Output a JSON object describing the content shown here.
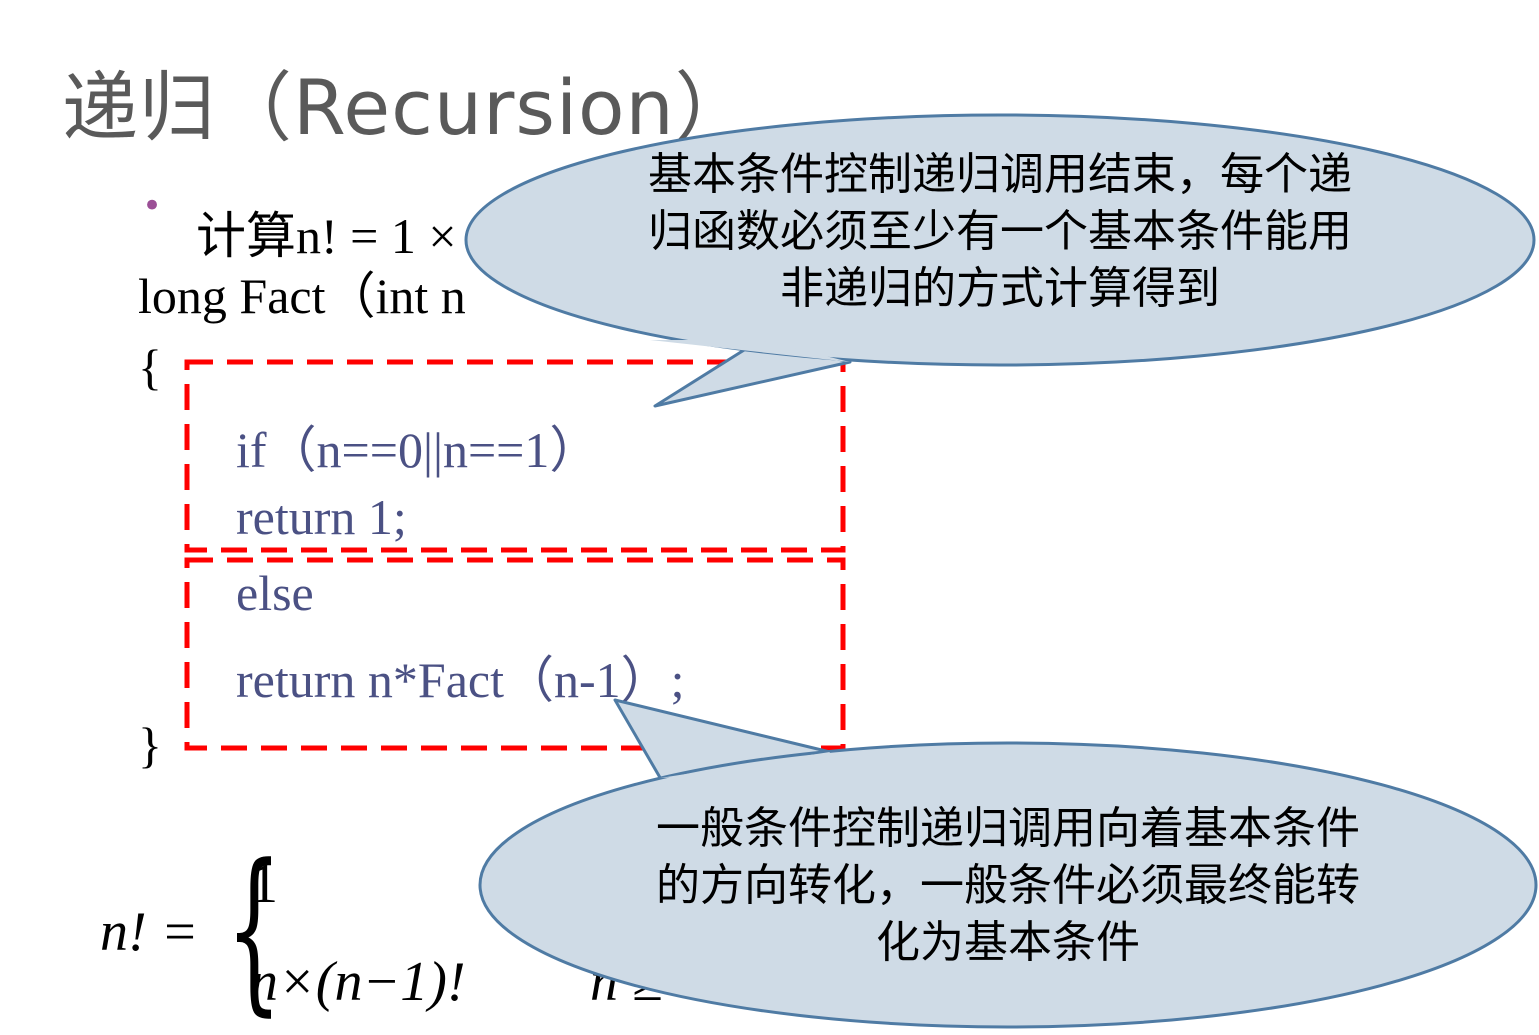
{
  "title": "递归（Recursion）",
  "bullet": {
    "marker": "•",
    "text": "计算n! = 1 ×"
  },
  "code": {
    "signature": "long Fact（int n",
    "open_brace": "{",
    "line_if": "if（n==0||n==1）",
    "line_return_base": "return 1;",
    "line_else": "else",
    "line_return_rec": "return n*Fact（n-1）;",
    "close_brace": "}"
  },
  "formula": {
    "lhs": "n! =",
    "case_base": "1",
    "case_recursive": "n×(n−1)!",
    "fragment": "n ≥"
  },
  "callout_top": {
    "text": "基本条件控制递归调用结束，每个递归函数必须至少有一个基本条件能用非递归的方式计算得到"
  },
  "callout_bottom": {
    "text": "一般条件控制递归调用向着基本条件的方向转化，一般条件必须最终能转化为基本条件"
  },
  "colors": {
    "callout_fill": "#cfdbe6",
    "callout_stroke": "#4f7ba4",
    "dashed_box": "#ff0000",
    "code_text": "#4b5184",
    "bullet_marker": "#9b4f96",
    "title_text": "#5a5a5a"
  }
}
